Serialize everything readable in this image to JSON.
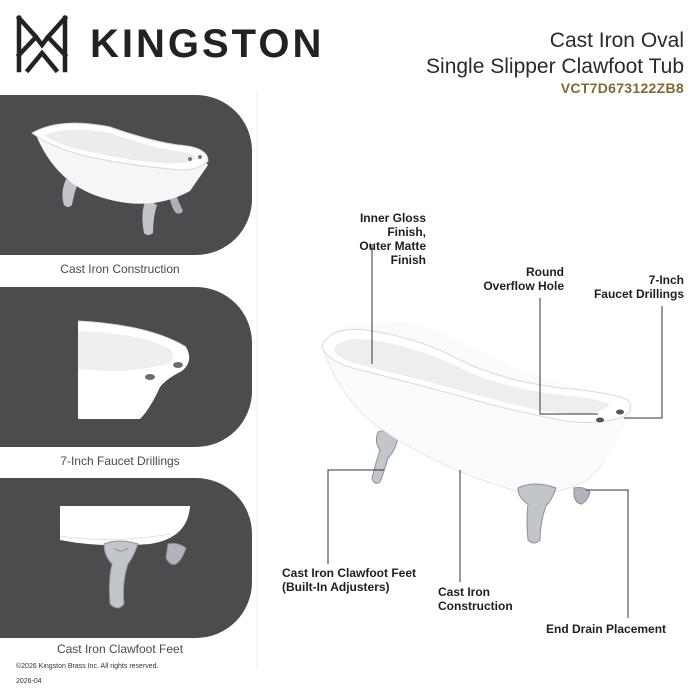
{
  "header": {
    "brand": "KINGSTON",
    "title_line1": "Cast Iron Oval",
    "title_line2": "Single Slipper Clawfoot Tub",
    "model": "VCT7D673122ZB8"
  },
  "panels": [
    {
      "caption": "Cast Iron Construction"
    },
    {
      "caption": "7-Inch Faucet Drillings"
    },
    {
      "caption": "Cast Iron Clawfoot Feet"
    }
  ],
  "callouts": {
    "finish_line1": "Inner Gloss Finish,",
    "finish_line2": "Outer Matte Finish",
    "overflow_line1": "Round",
    "overflow_line2": "Overflow Hole",
    "faucet_line1": "7-Inch",
    "faucet_line2": "Faucet Drillings",
    "feet_line1": "Cast Iron Clawfoot Feet",
    "feet_line2": "(Built-In Adjusters)",
    "construction_line1": "Cast Iron",
    "construction_line2": "Construction",
    "drain": "End Drain Placement"
  },
  "footer": {
    "copyright": "©2026 Kingston Brass Inc. All rights reserved.",
    "date": "2026-04"
  },
  "colors": {
    "panel": "#4b4c4e",
    "model_text": "#7d6a34",
    "tub_white": "#ffffff",
    "feet_chrome": "#b8bcc2"
  }
}
